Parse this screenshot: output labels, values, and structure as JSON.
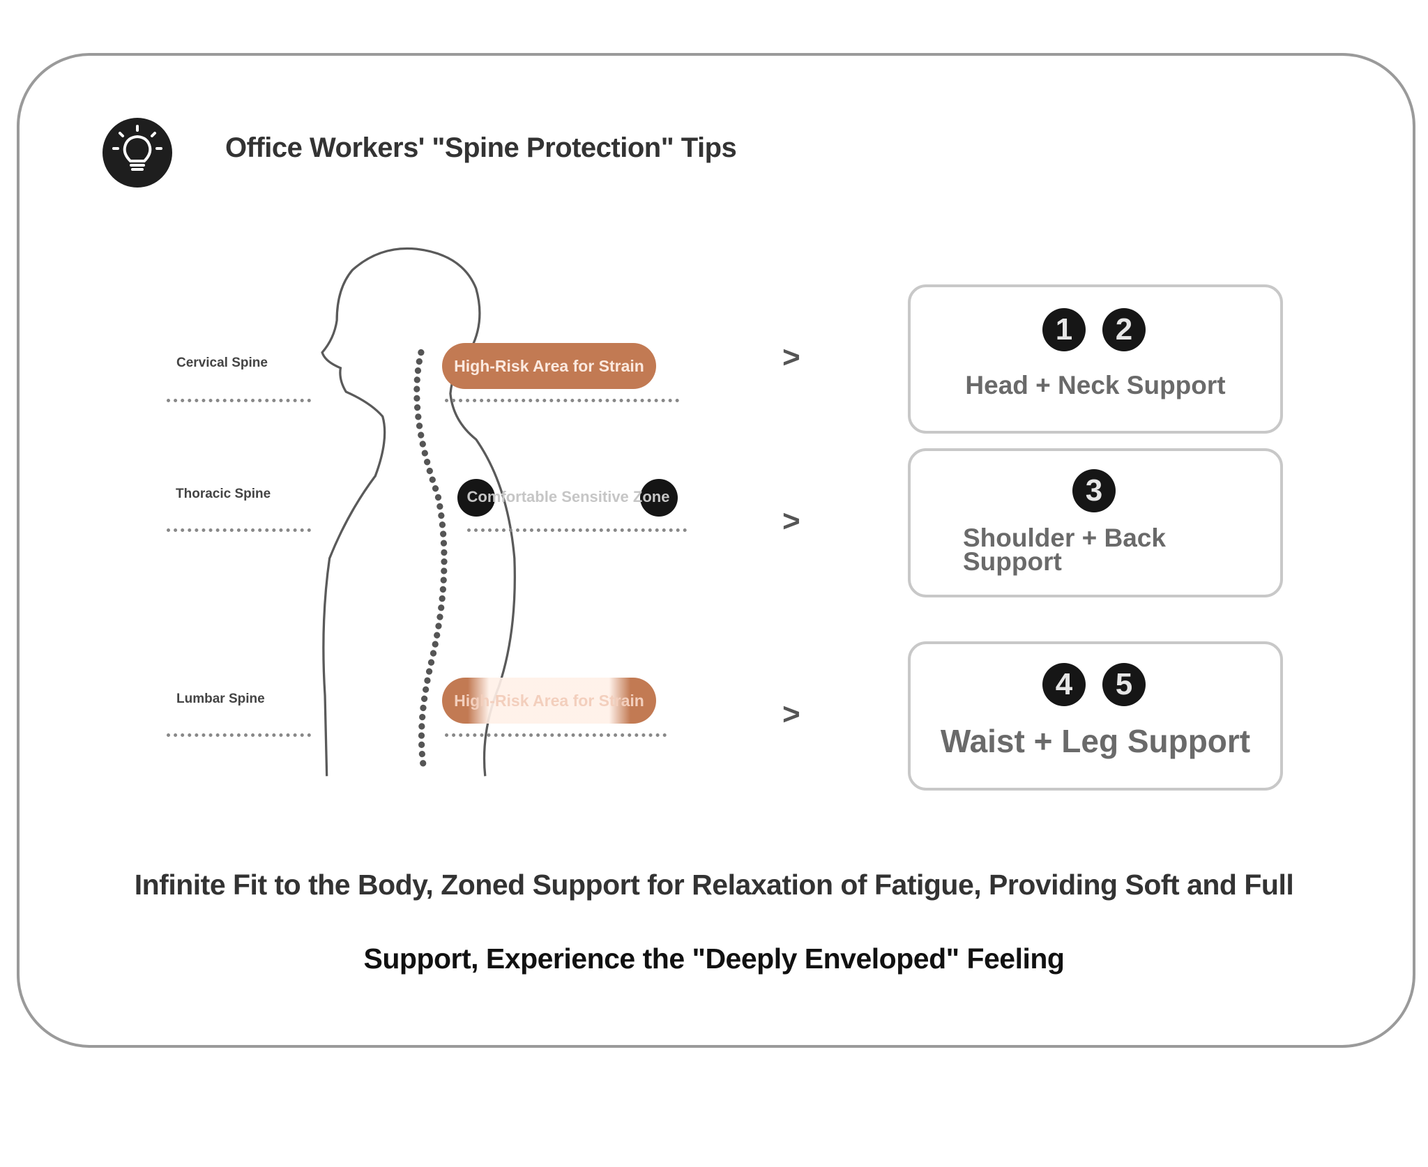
{
  "header": {
    "title": "Office Workers' \"Spine Protection\" Tips",
    "icon": "lightbulb-icon"
  },
  "diagram": {
    "spine_labels": [
      "Cervical Spine",
      "Thoracic Spine",
      "Lumbar Spine"
    ],
    "zones": [
      {
        "label": "High-Risk Area for Strain",
        "color": "#c27a53"
      },
      {
        "label": "Comfortable Sensitive Zone",
        "color": "#151515"
      },
      {
        "label": "High-Risk Area for Strain",
        "color": "#c27a53"
      }
    ],
    "arrow": ">"
  },
  "cards": [
    {
      "numbers": [
        "1",
        "2"
      ],
      "label": "Head + Neck Support"
    },
    {
      "numbers": [
        "3"
      ],
      "label_line1": "Shoulder + Back",
      "label_line2": "Support"
    },
    {
      "numbers": [
        "4",
        "5"
      ],
      "label": "Waist + Leg Support"
    }
  ],
  "footer": {
    "line1": "Infinite Fit to the Body, Zoned Support for Relaxation of Fatigue, Providing Soft and Full",
    "line2": "Support, Experience the \"Deeply Enveloped\" Feeling"
  }
}
